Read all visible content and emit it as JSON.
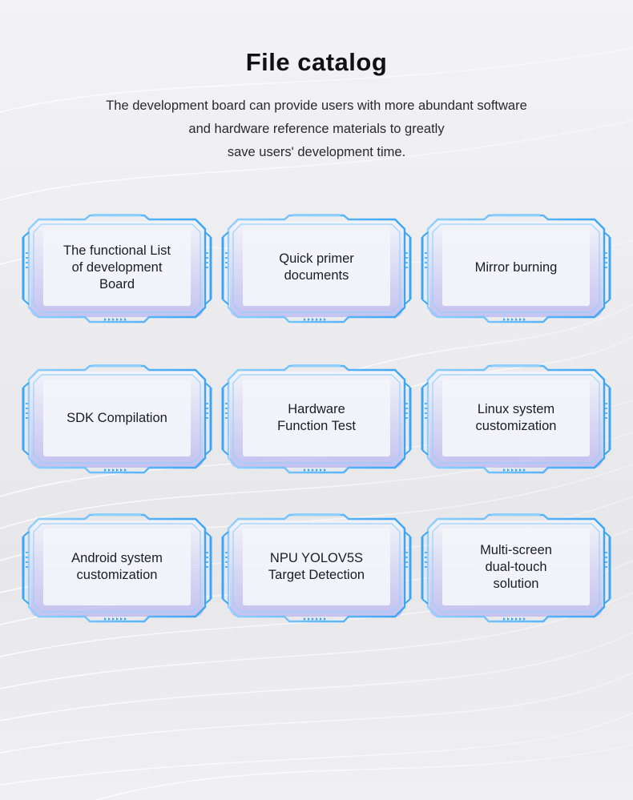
{
  "header": {
    "title": "File catalog",
    "subtitle_lines": [
      "The development board can provide users with more abundant software",
      "and hardware reference materials to greatly",
      "save users' development time."
    ]
  },
  "colors": {
    "frame_blue": "#3aa6f5",
    "frame_light": "#8fd0ff",
    "inner_fill": "#f4f5fb",
    "glow_purple": "#b9b6f0"
  },
  "cards": [
    {
      "lines": [
        "The functional List",
        "of development",
        "Board"
      ]
    },
    {
      "lines": [
        "Quick primer",
        "documents"
      ]
    },
    {
      "lines": [
        "Mirror burning"
      ]
    },
    {
      "lines": [
        "SDK Compilation"
      ]
    },
    {
      "lines": [
        "Hardware",
        "Function Test"
      ]
    },
    {
      "lines": [
        "Linux system",
        "customization"
      ]
    },
    {
      "lines": [
        "Android system",
        "customization"
      ]
    },
    {
      "lines": [
        "NPU YOLOV5S",
        "Target Detection"
      ]
    },
    {
      "lines": [
        "Multi-screen",
        "dual-touch",
        "solution"
      ]
    }
  ]
}
